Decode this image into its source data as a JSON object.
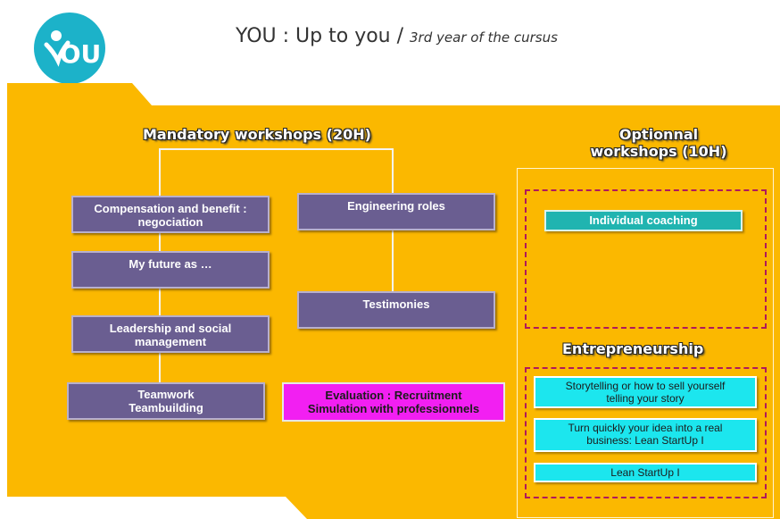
{
  "header": {
    "logo_text": "OU",
    "title": "YOU : Up to you / ",
    "subtitle": "3rd year of the cursus"
  },
  "colors": {
    "background": "#fbb800",
    "mandatory_box": "#6a5e91",
    "evaluation_box": "#f21ff2",
    "coaching_box": "#20b4b0",
    "entrepreneurship_box": "#1ce6ee",
    "dashed_border": "#b0195b",
    "logo": "#1cb2c9"
  },
  "mandatory": {
    "heading": "Mandatory workshops (20H)",
    "left_column": [
      "Compensation and benefit :\nnegociation",
      "My future as …",
      "Leadership and social\nmanagement",
      "Teamwork\nTeambuilding"
    ],
    "right_column": [
      "Engineering roles",
      "Testimonies"
    ],
    "evaluation": "Evaluation : Recruitment\nSimulation with professionnels"
  },
  "optional": {
    "heading": "Optionnal\nworkshops  (10H)",
    "coaching": "Individual coaching"
  },
  "entrepreneurship": {
    "heading": "Entrepreneurship",
    "items": [
      "Storytelling or how to sell yourself\ntelling your story",
      "Turn quickly your idea into a real\nbusiness: Lean StartUp I",
      "Lean StartUp I"
    ]
  }
}
